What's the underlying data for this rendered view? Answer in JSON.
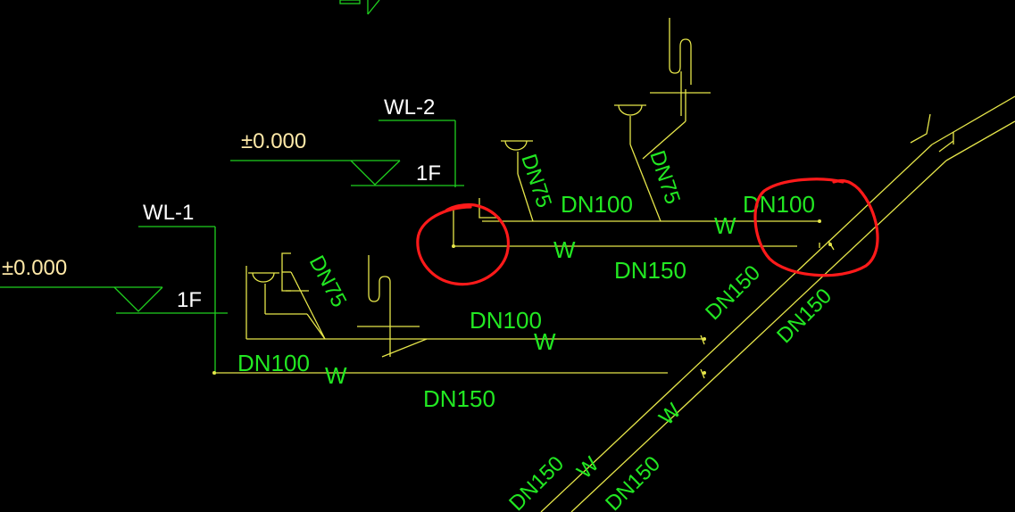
{
  "colors": {
    "background": "#000000",
    "pipe_yellow": "#e6e64a",
    "line_green": "#1fd01f",
    "label_white": "#ffffff",
    "label_green": "#22e822",
    "mark_red": "#ff1a1a"
  },
  "labels": {
    "wl1": "WL-1",
    "wl2": "WL-2",
    "elev_left": "±0.000",
    "elev_mid": "±0.000",
    "floor_left": "1F",
    "floor_mid": "1F",
    "w": "W",
    "dn75": "DN75",
    "dn100": "DN100",
    "dn150": "DN150"
  },
  "annotations": {
    "red_circles": 2
  }
}
